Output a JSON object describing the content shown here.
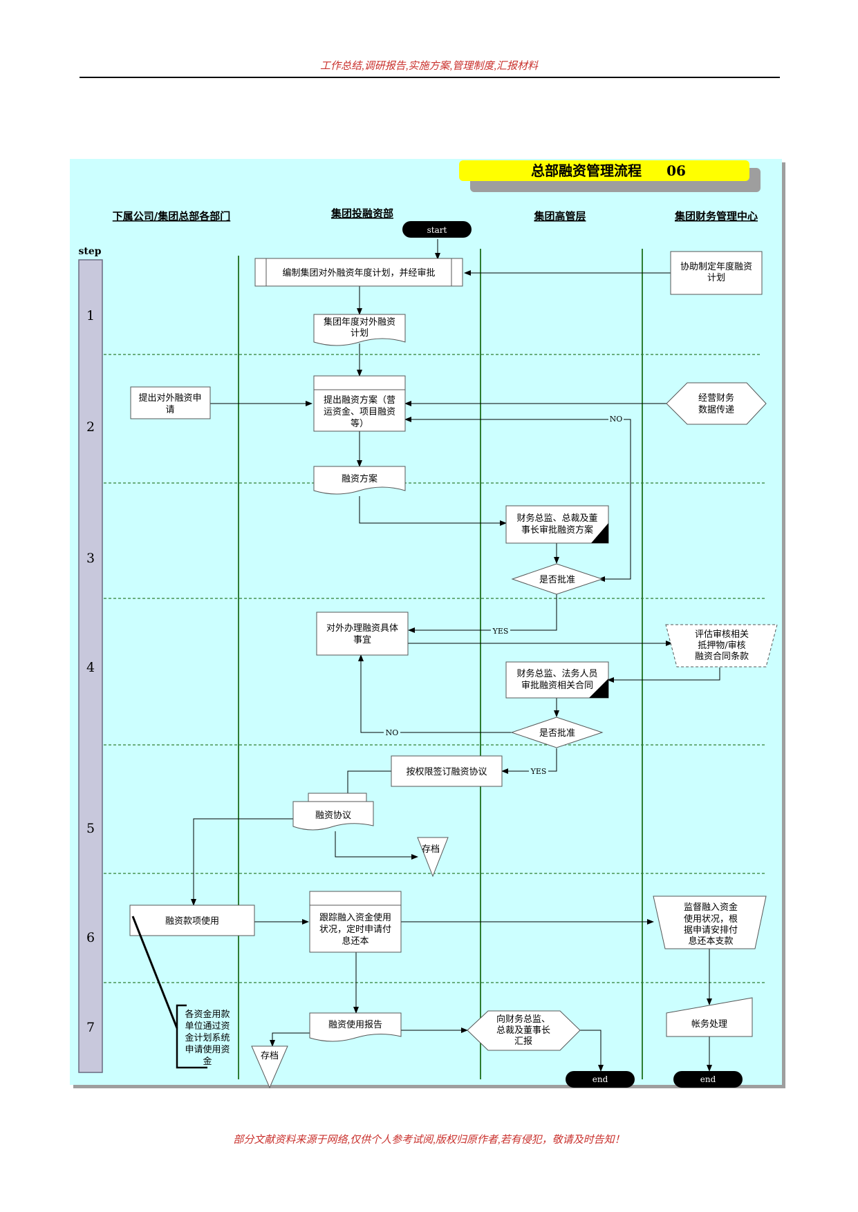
{
  "header": {
    "text": "工作总结,调研报告,实施方案,管理制度,汇报材料"
  },
  "footer": {
    "text": "部分文献资料来源于网络,仅供个人参考试阅,版权归原作者,若有侵犯，敬请及时告知！"
  },
  "diagram": {
    "title": "总部融资管理流程",
    "code": "06",
    "step_label": "step",
    "lanes": [
      "下属公司/集团总部各部门",
      "集团投融资部",
      "集团高管层",
      "集团财务管理中心"
    ],
    "steps": [
      "1",
      "2",
      "3",
      "4",
      "5",
      "6",
      "7"
    ],
    "nodes": {
      "start": "start",
      "plan_compile": "编制集团对外融资年度计划，并经审批",
      "assist_plan": [
        "协助制定年度融资",
        "计划"
      ],
      "annual_plan_doc": [
        "集团年度对外融资",
        "计划"
      ],
      "apply": [
        "提出对外融资申",
        "请"
      ],
      "propose": [
        "提出融资方案（营",
        "运资金、项目融资",
        "等）"
      ],
      "finance_data": [
        "经营财务",
        "数据传递"
      ],
      "scheme_doc": "融资方案",
      "approve_scheme": [
        "财务总监、总裁及董",
        "事长审批融资方案"
      ],
      "decision1": "是否批准",
      "handle": [
        "对外办理融资具体",
        "事宜"
      ],
      "evaluate": [
        "评估审核相关",
        "抵押物/审核",
        "融资合同条款"
      ],
      "approve_contract": [
        "财务总监、法务人员",
        "审批融资相关合同"
      ],
      "decision2": "是否批准",
      "sign": "按权限签订融资协议",
      "agreement_doc": "融资协议",
      "archive1": "存档",
      "use_funds": "融资款项使用",
      "track": [
        "跟踪融入资金使用",
        "状况，定时申请付",
        "息还本"
      ],
      "supervise": [
        "监督融入资金",
        "使用状况，根",
        "据申请安排付",
        "息还本支款"
      ],
      "usage_report": "融资使用报告",
      "report_to": [
        "向财务总监、",
        "总裁及董事长",
        "汇报"
      ],
      "accounting": "帐务处理",
      "archive2": "存档",
      "end1": "end",
      "end2": "end",
      "note": [
        "各资金用款",
        "单位通过资",
        "金计划系统",
        "申请使用资",
        "金"
      ]
    },
    "edge_labels": {
      "no1": "NO",
      "yes1": "YES",
      "no2": "NO",
      "yes2": "YES"
    },
    "colors": {
      "background": "#ccffff",
      "lane_line": "#2e7d32",
      "title_bar": "#ffff00",
      "step_bar": "#c8c8dc"
    }
  }
}
